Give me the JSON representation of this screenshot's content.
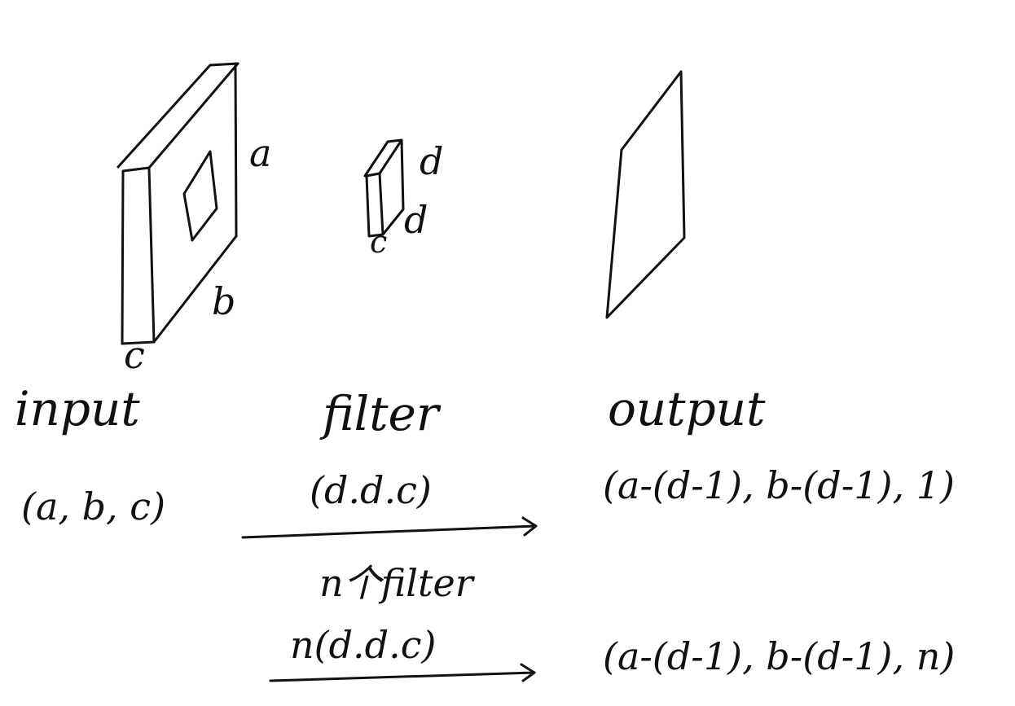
{
  "input": {
    "dim_a": "a",
    "dim_b": "b",
    "dim_c": "c",
    "label": "input",
    "shape": "(a, b, c)"
  },
  "filter": {
    "dim_d_top": "d",
    "dim_d_side": "d",
    "dim_c": "c",
    "label": "filter",
    "shape": "(d.d.c)"
  },
  "output": {
    "label": "output",
    "shape": "(a-(d-1), b-(d-1), 1)"
  },
  "n_filters": {
    "label": "n个filter",
    "shape": "n(d.d.c)",
    "output_shape": "(a-(d-1), b-(d-1), n)"
  },
  "colors": {
    "ink": "#111111",
    "background": "#ffffff"
  }
}
